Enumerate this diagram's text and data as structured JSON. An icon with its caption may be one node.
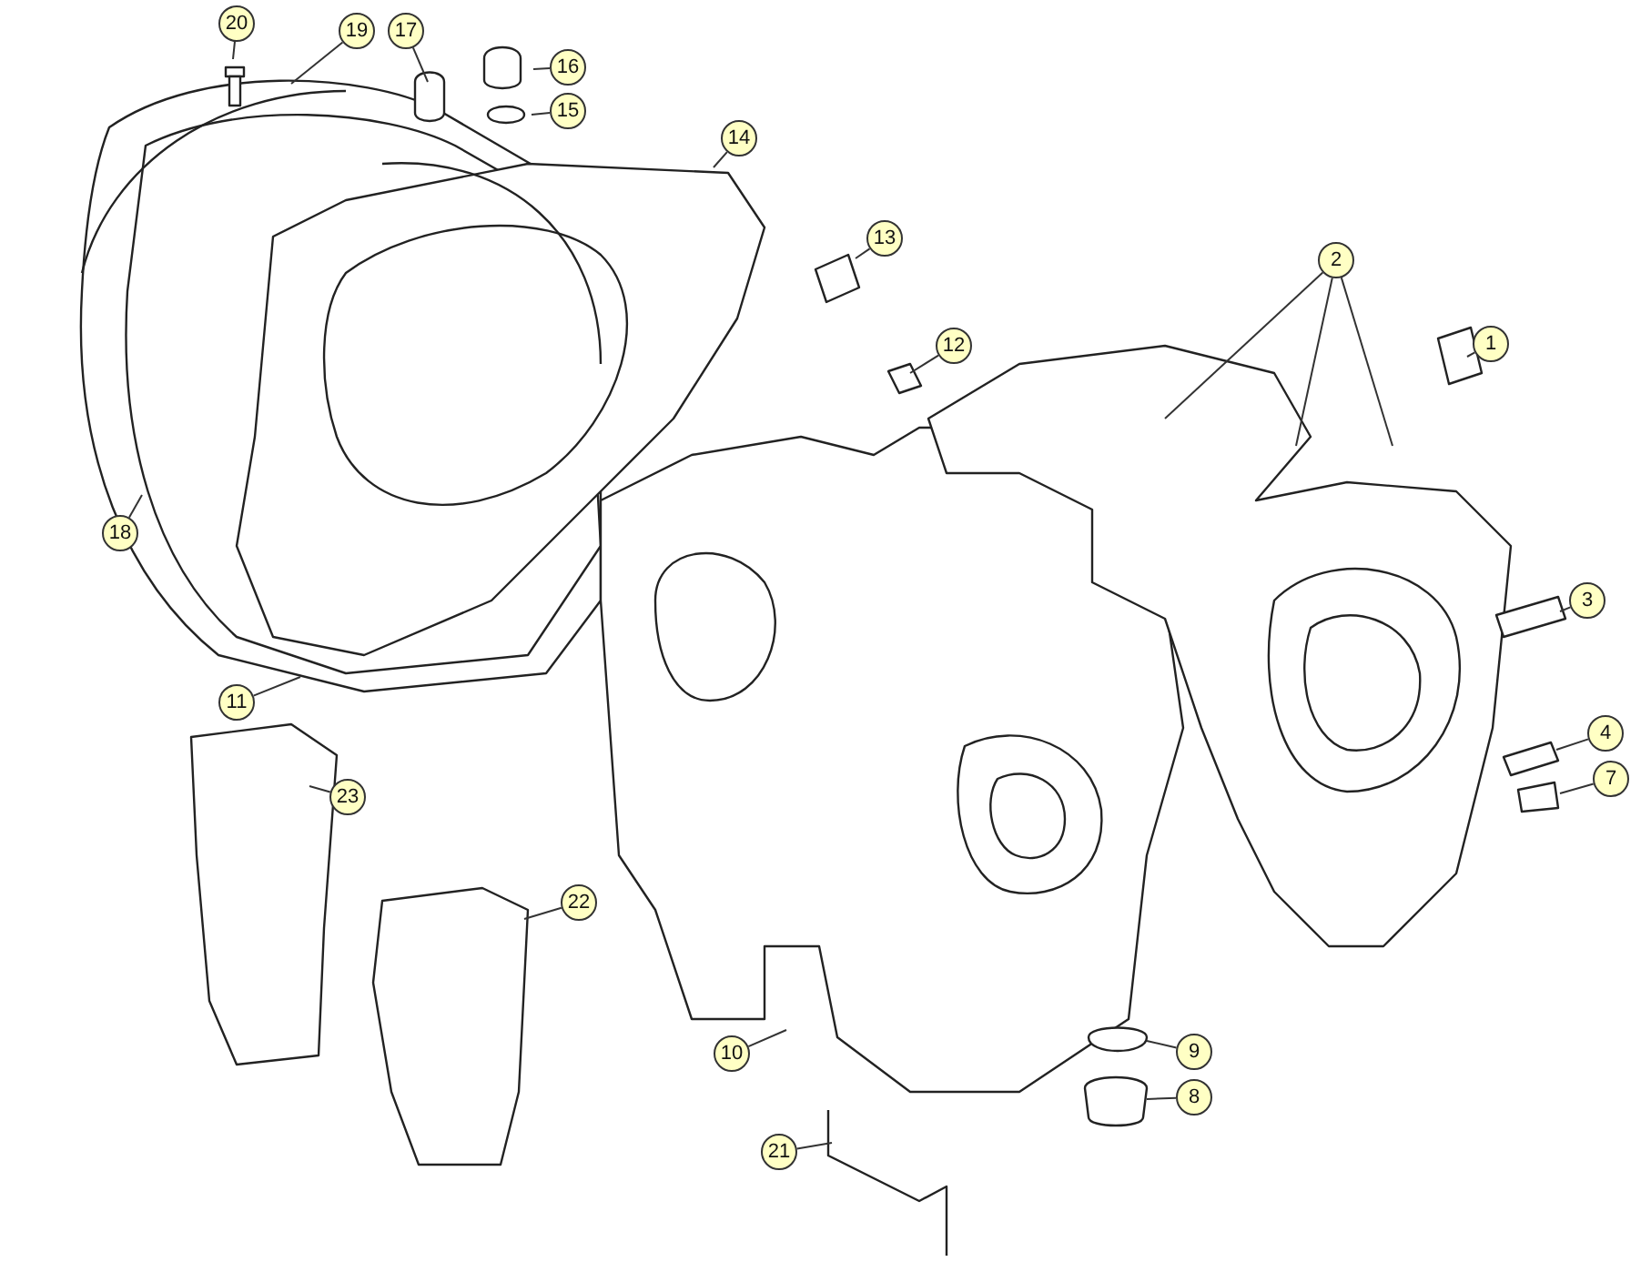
{
  "diagram": {
    "nodes": [
      {
        "text": [
          "20"
        ]
      },
      {
        "text": [
          "19"
        ]
      },
      {
        "text": [
          "17"
        ]
      },
      {
        "text": [
          "16"
        ]
      },
      {
        "text": [
          "15"
        ]
      },
      {
        "text": [
          "14"
        ]
      },
      {
        "text": [
          "13"
        ]
      },
      {
        "text": [
          "12"
        ]
      },
      {
        "text": [
          "2"
        ]
      },
      {
        "text": [
          "1"
        ]
      },
      {
        "text": [
          "18"
        ]
      },
      {
        "text": [
          "3"
        ]
      },
      {
        "text": [
          "11"
        ]
      },
      {
        "text": [
          "23"
        ]
      },
      {
        "text": [
          "4"
        ]
      },
      {
        "text": [
          "7"
        ]
      },
      {
        "text": [
          "22"
        ]
      },
      {
        "text": [
          "10"
        ]
      },
      {
        "text": [
          "9"
        ]
      },
      {
        "text": [
          "8"
        ]
      },
      {
        "text": [
          "21"
        ]
      }
    ],
    "edges": [
      {
        "from": 0,
        "to": null,
        "arrow": "none"
      },
      {
        "from": 1,
        "to": null,
        "arrow": "none"
      },
      {
        "from": 2,
        "to": null,
        "arrow": "none"
      },
      {
        "from": 3,
        "to": null,
        "arrow": "none"
      },
      {
        "from": 4,
        "to": null,
        "arrow": "none"
      },
      {
        "from": 5,
        "to": null,
        "arrow": "none"
      },
      {
        "from": 6,
        "to": null,
        "arrow": "none"
      },
      {
        "from": 7,
        "to": null,
        "arrow": "none"
      },
      {
        "from": 8,
        "to": null,
        "arrow": "none"
      },
      {
        "from": 8,
        "to": null,
        "arrow": "none"
      },
      {
        "from": 8,
        "to": null,
        "arrow": "none"
      },
      {
        "from": 9,
        "to": null,
        "arrow": "none"
      },
      {
        "from": 10,
        "to": null,
        "arrow": "none"
      },
      {
        "from": 11,
        "to": null,
        "arrow": "none"
      },
      {
        "from": 12,
        "to": null,
        "arrow": "none"
      },
      {
        "from": 13,
        "to": null,
        "arrow": "none"
      },
      {
        "from": 14,
        "to": null,
        "arrow": "none"
      },
      {
        "from": 15,
        "to": null,
        "arrow": "none"
      },
      {
        "from": 16,
        "to": null,
        "arrow": "none"
      },
      {
        "from": 17,
        "to": null,
        "arrow": "none"
      },
      {
        "from": 18,
        "to": null,
        "arrow": "none"
      },
      {
        "from": 19,
        "to": null,
        "arrow": "none"
      },
      {
        "from": 20,
        "to": null,
        "arrow": "none"
      }
    ]
  }
}
